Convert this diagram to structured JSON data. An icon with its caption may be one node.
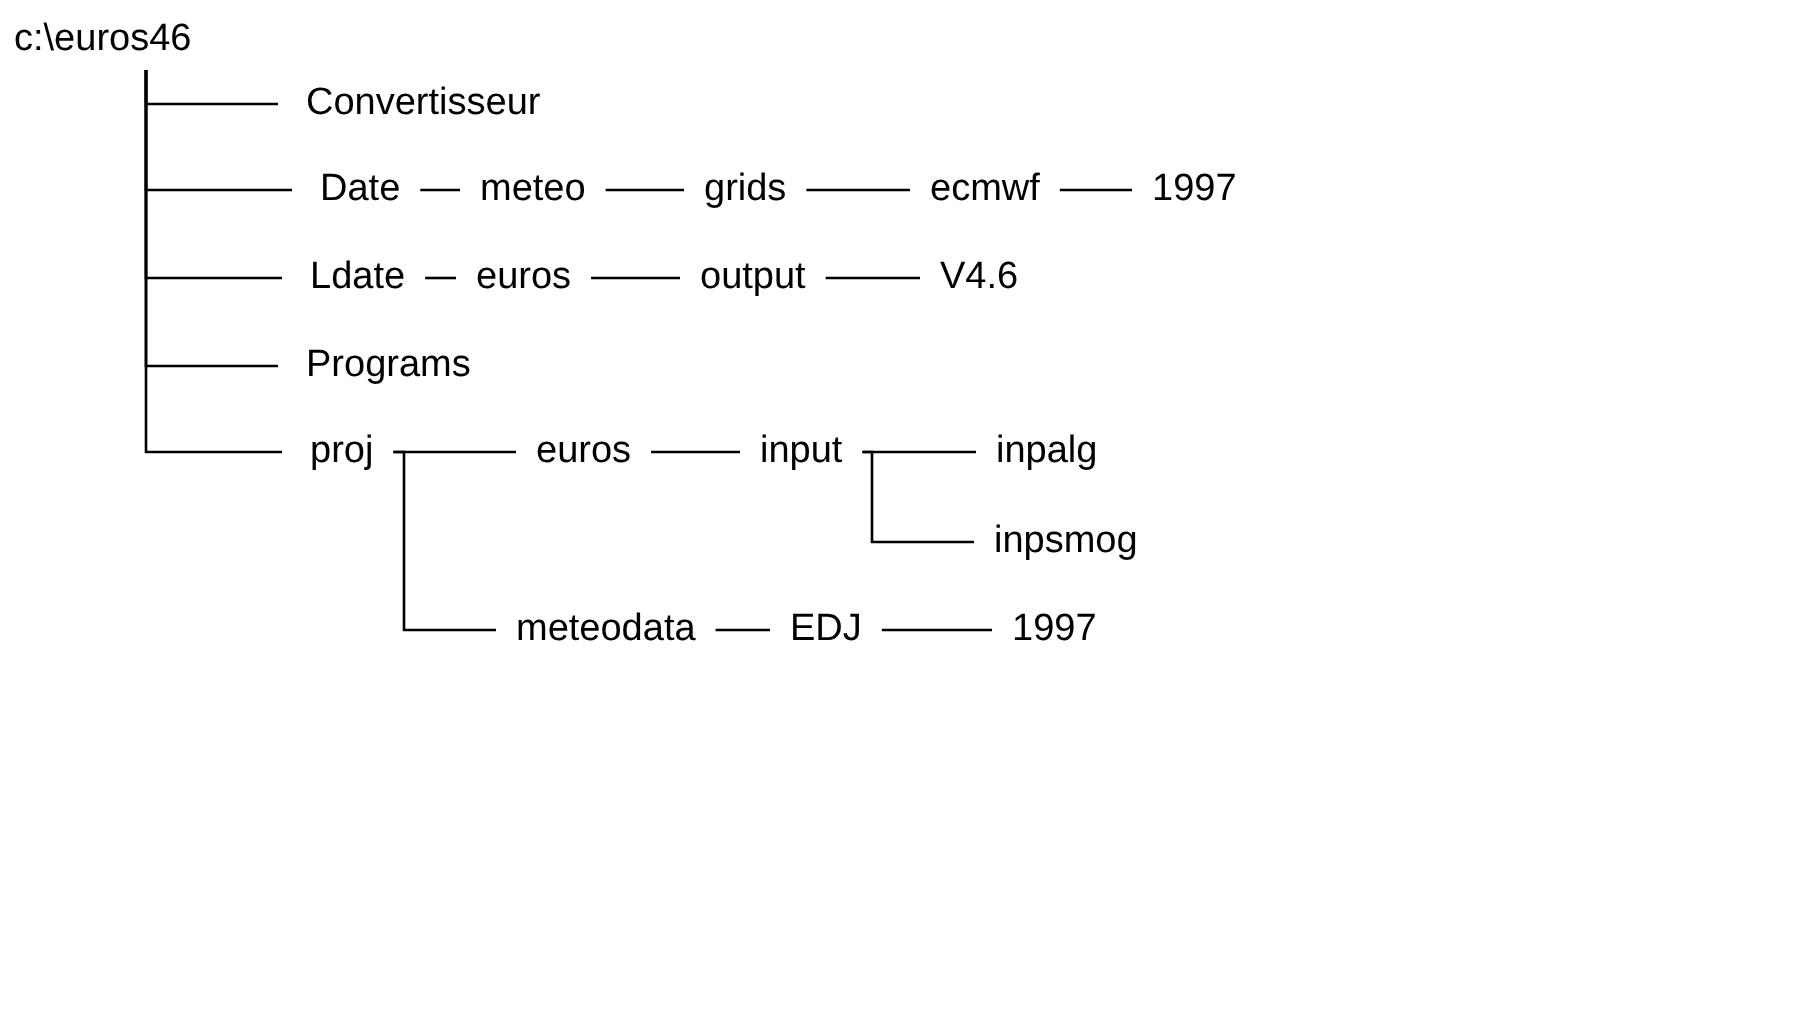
{
  "diagram": {
    "nodes": [
      {
        "text": [
          "c:\\euros46"
        ]
      },
      {
        "text": [
          "Convertisseur"
        ]
      },
      {
        "text": [
          "Date"
        ]
      },
      {
        "text": [
          "meteo"
        ]
      },
      {
        "text": [
          "grids"
        ]
      },
      {
        "text": [
          "ecmwf"
        ]
      },
      {
        "text": [
          "1997"
        ]
      },
      {
        "text": [
          "Ldate"
        ]
      },
      {
        "text": [
          "euros"
        ]
      },
      {
        "text": [
          "output"
        ]
      },
      {
        "text": [
          "V4.6"
        ]
      },
      {
        "text": [
          "Programs"
        ]
      },
      {
        "text": [
          "proj"
        ]
      },
      {
        "text": [
          "euros"
        ]
      },
      {
        "text": [
          "input"
        ]
      },
      {
        "text": [
          "inpalg"
        ]
      },
      {
        "text": [
          "inpsmog"
        ]
      },
      {
        "text": [
          "meteodata"
        ]
      },
      {
        "text": [
          "EDJ"
        ]
      },
      {
        "text": [
          "1997"
        ]
      }
    ],
    "edges": [
      {
        "from": 0,
        "to": 1,
        "arrow": "none"
      },
      {
        "from": 0,
        "to": 2,
        "arrow": "none"
      },
      {
        "from": 0,
        "to": 7,
        "arrow": "none"
      },
      {
        "from": 0,
        "to": 11,
        "arrow": "none"
      },
      {
        "from": 0,
        "to": 12,
        "arrow": "none"
      },
      {
        "from": 2,
        "to": 3,
        "arrow": "none"
      },
      {
        "from": 3,
        "to": 4,
        "arrow": "none"
      },
      {
        "from": 4,
        "to": 5,
        "arrow": "none"
      },
      {
        "from": 5,
        "to": 6,
        "arrow": "none"
      },
      {
        "from": 7,
        "to": 8,
        "arrow": "none"
      },
      {
        "from": 8,
        "to": 9,
        "arrow": "none"
      },
      {
        "from": 9,
        "to": 10,
        "arrow": "none"
      },
      {
        "from": 12,
        "to": 13,
        "arrow": "none"
      },
      {
        "from": 12,
        "to": 17,
        "arrow": "none"
      },
      {
        "from": 13,
        "to": 14,
        "arrow": "none"
      },
      {
        "from": 14,
        "to": 15,
        "arrow": "none"
      },
      {
        "from": 14,
        "to": 16,
        "arrow": "none"
      },
      {
        "from": 17,
        "to": 18,
        "arrow": "none"
      },
      {
        "from": 18,
        "to": 19,
        "arrow": "none"
      }
    ]
  }
}
